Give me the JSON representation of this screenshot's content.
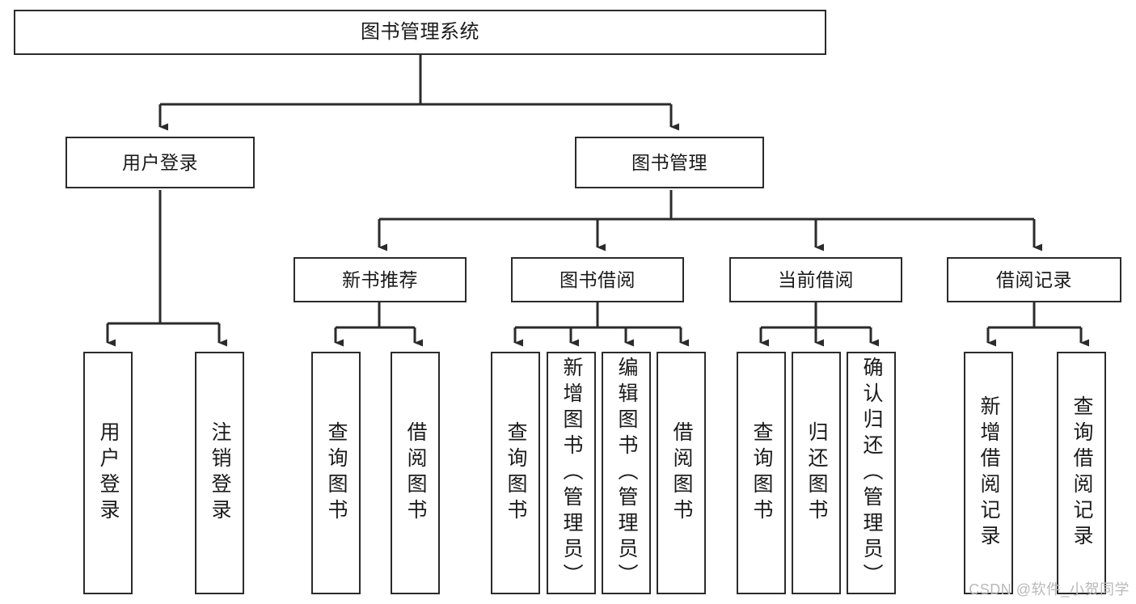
{
  "diagram": {
    "title": "图书管理系统",
    "type": "hierarchy-tree",
    "watermark": "CSDN @软件_小贺同学",
    "colors": {
      "box_border": "#2b2b2b",
      "box_fill": "#ffffff",
      "connector": "#2b2b2b",
      "text": "#1a1a1a",
      "watermark": "#b9b9b9"
    },
    "nodes": {
      "root": {
        "label": "图书管理系统"
      },
      "level2": [
        {
          "label": "用户登录"
        },
        {
          "label": "图书管理"
        }
      ],
      "level3": [
        {
          "label": "新书推荐"
        },
        {
          "label": "图书借阅"
        },
        {
          "label": "当前借阅"
        },
        {
          "label": "借阅记录"
        }
      ],
      "leaves": {
        "user_login": [
          {
            "label": "用户登录"
          },
          {
            "label": "注销登录"
          }
        ],
        "new_book_recommend": [
          {
            "label": "查询图书"
          },
          {
            "label": "借阅图书"
          }
        ],
        "book_borrow": [
          {
            "label": "查询图书"
          },
          {
            "label": "新增图书（管理员）"
          },
          {
            "label": "编辑图书（管理员）"
          },
          {
            "label": "借阅图书"
          }
        ],
        "current_borrow": [
          {
            "label": "查询图书"
          },
          {
            "label": "归还图书"
          },
          {
            "label": "确认归还（管理员）"
          }
        ],
        "borrow_record": [
          {
            "label": "新增借阅记录"
          },
          {
            "label": "查询借阅记录"
          }
        ]
      }
    }
  }
}
